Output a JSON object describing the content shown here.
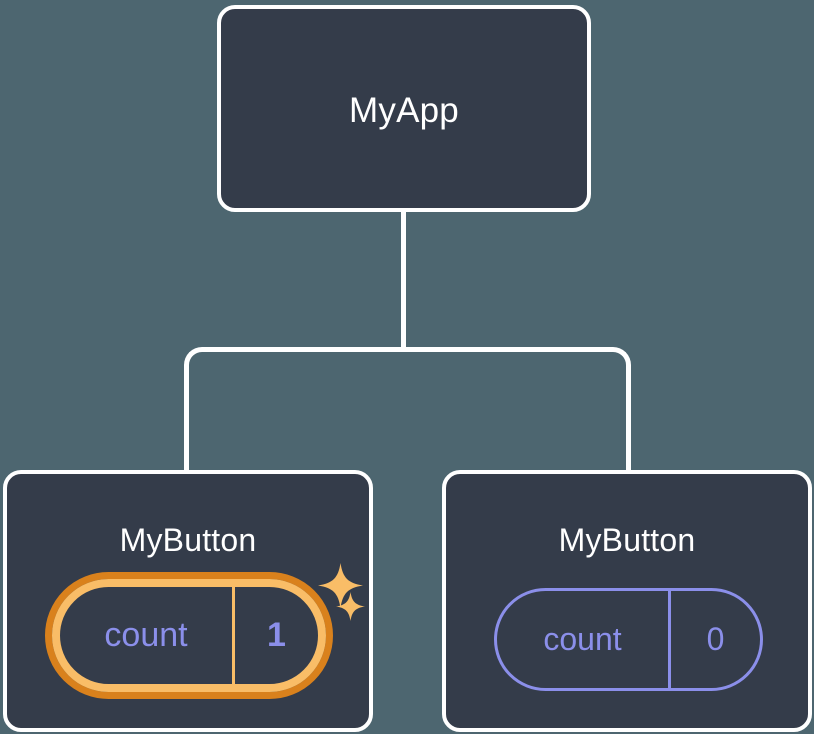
{
  "diagram": {
    "type": "react-component-tree",
    "title": "MyApp component tree with independent child state",
    "colors": {
      "background": "#4d6670",
      "card_fill": "#343c4a",
      "card_border": "#ffffff",
      "connector": "#ffffff",
      "state_accent": "#8b8fea",
      "highlight_inner": "#f9bd67",
      "highlight_outer": "#d9811c",
      "sparkle": "#f9bd67",
      "title_text": "#ffffff"
    }
  },
  "root": {
    "label": "MyApp"
  },
  "children": [
    {
      "label": "MyButton",
      "state": {
        "name": "count",
        "value": "1",
        "highlighted": true
      },
      "sparkles": [
        {
          "name": "sparkle-big"
        },
        {
          "name": "sparkle-small"
        }
      ]
    },
    {
      "label": "MyButton",
      "state": {
        "name": "count",
        "value": "0",
        "highlighted": false
      }
    }
  ]
}
